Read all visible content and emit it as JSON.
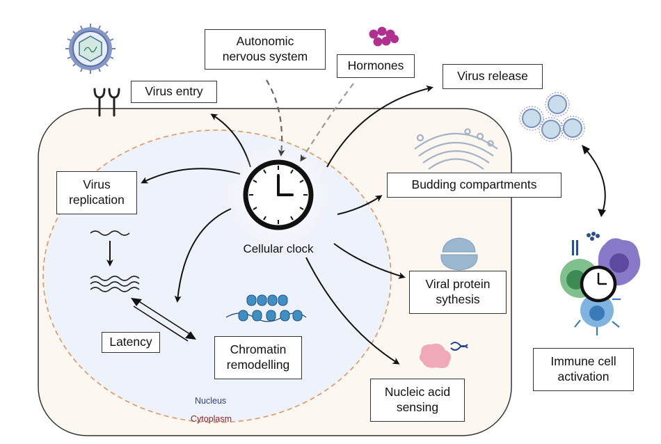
{
  "labels": {
    "autonomic": "Autonomic\nnervous system",
    "hormones": "Hormones",
    "virus_entry": "Virus entry",
    "virus_release": "Virus release",
    "virus_replication": "Virus\nreplication",
    "budding": "Budding compartments",
    "cellular_clock": "Cellular clock",
    "viral_protein": "Viral protein\nsythesis",
    "latency": "Latency",
    "chromatin": "Chromatin\nremodelling",
    "nucleic_acid": "Nucleic acid\nsensing",
    "immune": "Immune cell\nactivation",
    "nucleus": "Nucleus",
    "cytoplasm": "Cytoplasm"
  },
  "colors": {
    "cell_fill": "#fdf7f2",
    "nucleus_fill": "#eef2fa",
    "nucleus_border": "#e0955a",
    "nucleus_label": "#2b3f8c",
    "cytoplasm_label": "#8b2525",
    "virus": "#8597c4",
    "hormone": "#b0308f",
    "chromatin": "#3f8fc2",
    "ribosome": "#9ab7d0",
    "nucleic_sensor": "#f0a9b9"
  }
}
